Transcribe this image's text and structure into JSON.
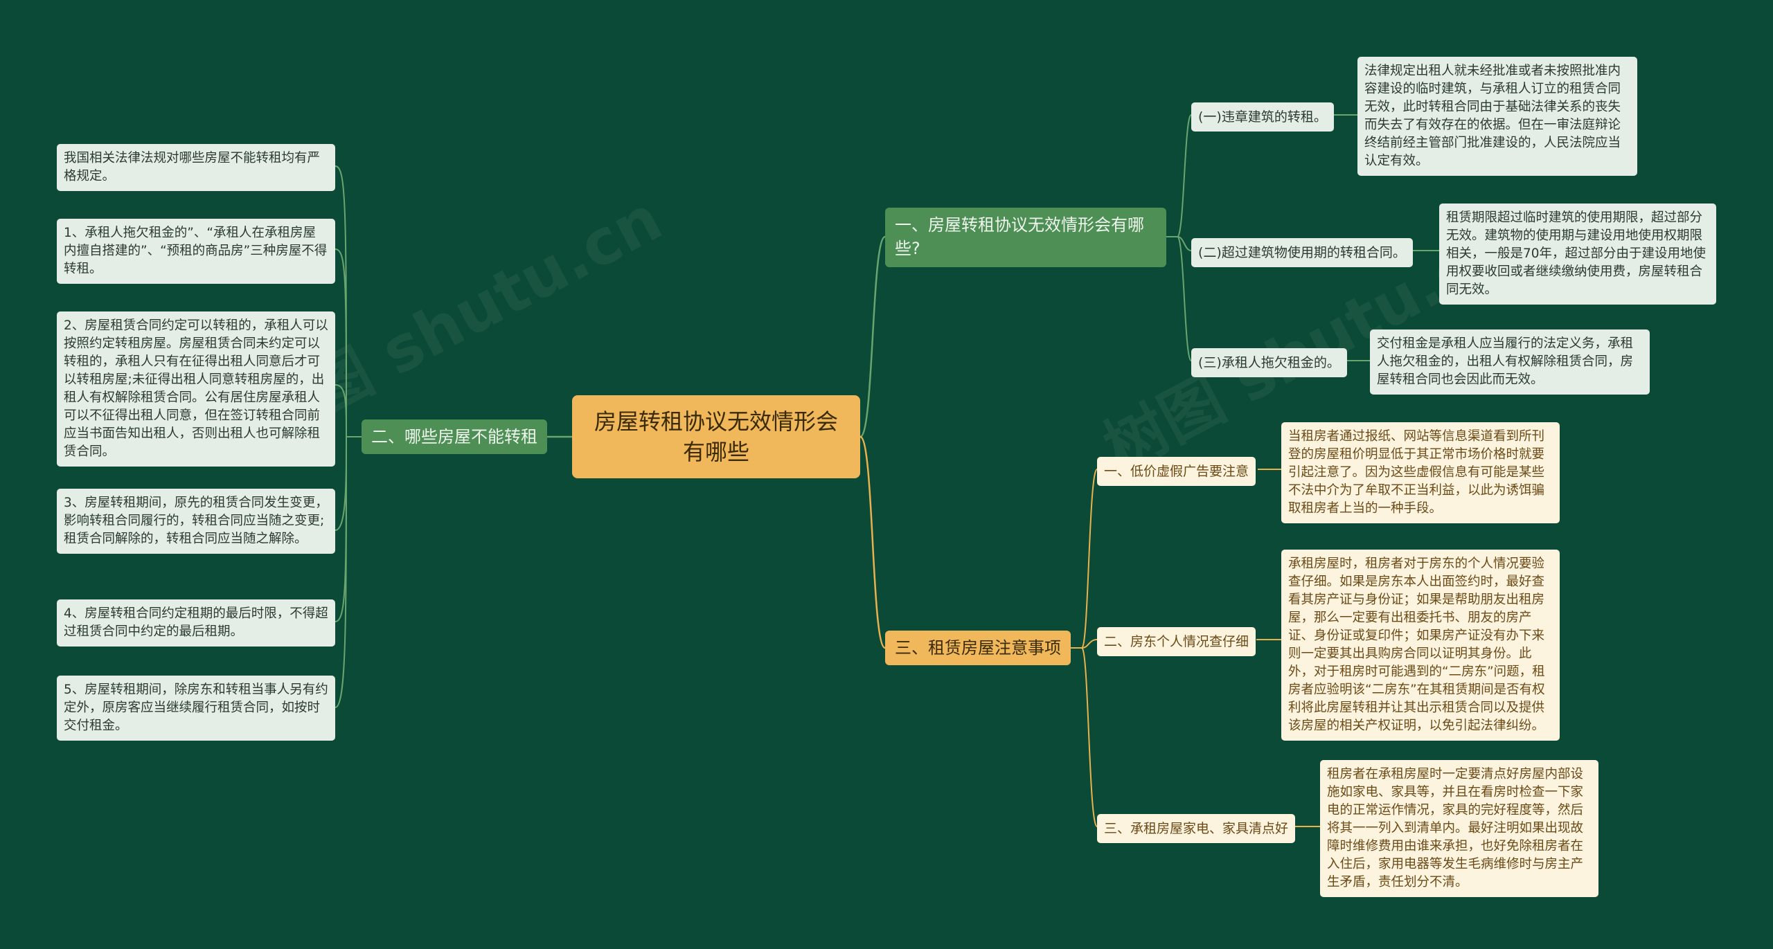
{
  "root": {
    "title": "房屋转租协议无效情形会有哪些"
  },
  "watermark": "树图 shutu.cn",
  "colors": {
    "background": "#0b4a36",
    "root": "#f0b85a",
    "branch_green": "#4e8f55",
    "branch_gold": "#f0b85a",
    "line_green": "#6aa56f",
    "line_gold": "#e8b24e"
  },
  "branch1": {
    "title": "一、房屋转租协议无效情形会有哪些?",
    "items": [
      {
        "label": "(一)违章建筑的转租。",
        "detail": "法律规定出租人就未经批准或者未按照批准内容建设的临时建筑，与承租人订立的租赁合同无效，此时转租合同由于基础法律关系的丧失而失去了有效存在的依据。但在一审法庭辩论终结前经主管部门批准建设的，人民法院应当认定有效。"
      },
      {
        "label": "(二)超过建筑物使用期的转租合同。",
        "detail": "租赁期限超过临时建筑的使用期限，超过部分无效。建筑物的使用期与建设用地使用权期限相关，一般是70年，超过部分由于建设用地使用权要收回或者继续缴纳使用费，房屋转租合同无效。"
      },
      {
        "label": "(三)承租人拖欠租金的。",
        "detail": "交付租金是承租人应当履行的法定义务，承租人拖欠租金的，出租人有权解除租赁合同，房屋转租合同也会因此而无效。"
      }
    ]
  },
  "branch2": {
    "title": "二、哪些房屋不能转租",
    "items": [
      "我国相关法律法规对哪些房屋不能转租均有严格规定。",
      "1、承租人拖欠租金的”、“承租人在承租房屋内擅自搭建的”、“预租的商品房”三种房屋不得转租。",
      "2、房屋租赁合同约定可以转租的，承租人可以按照约定转租房屋。房屋租赁合同未约定可以转租的，承租人只有在征得出租人同意后才可以转租房屋;未征得出租人同意转租房屋的，出租人有权解除租赁合同。公有居住房屋承租人可以不征得出租人同意，但在签订转租合同前应当书面告知出租人，否则出租人也可解除租赁合同。",
      "3、房屋转租期间，原先的租赁合同发生变更，影响转租合同履行的，转租合同应当随之变更;租赁合同解除的，转租合同应当随之解除。",
      "4、房屋转租合同约定租期的最后时限，不得超过租赁合同中约定的最后租期。",
      "5、房屋转租期间，除房东和转租当事人另有约定外，原房客应当继续履行租赁合同，如按时交付租金。"
    ]
  },
  "branch3": {
    "title": "三、租赁房屋注意事项",
    "items": [
      {
        "label": "一、低价虚假广告要注意",
        "detail": "当租房者通过报纸、网站等信息渠道看到所刊登的房屋租价明显低于其正常市场价格时就要引起注意了。因为这些虚假信息有可能是某些不法中介为了牟取不正当利益，以此为诱饵骗取租房者上当的一种手段。"
      },
      {
        "label": "二、房东个人情况查仔细",
        "detail": "承租房屋时，租房者对于房东的个人情况要验查仔细。如果是房东本人出面签约时，最好查看其房产证与身份证；如果是帮助朋友出租房屋，那么一定要有出租委托书、朋友的房产证、身份证或复印件；如果房产证没有办下来则一定要其出具购房合同以证明其身份。此外，对于租房时可能遇到的“二房东”问题，租房者应验明该“二房东”在其租赁期间是否有权利将此房屋转租并让其出示租赁合同以及提供该房屋的相关产权证明，以免引起法律纠纷。"
      },
      {
        "label": "三、承租房屋家电、家具清点好",
        "detail": "租房者在承租房屋时一定要清点好房屋内部设施如家电、家具等，并且在看房时检查一下家电的正常运作情况，家具的完好程度等，然后将其一一列入到清单内。最好注明如果出现故障时维修费用由谁来承担，也好免除租房者在入住后，家用电器等发生毛病维修时与房主产生矛盾，责任划分不清。"
      }
    ]
  }
}
